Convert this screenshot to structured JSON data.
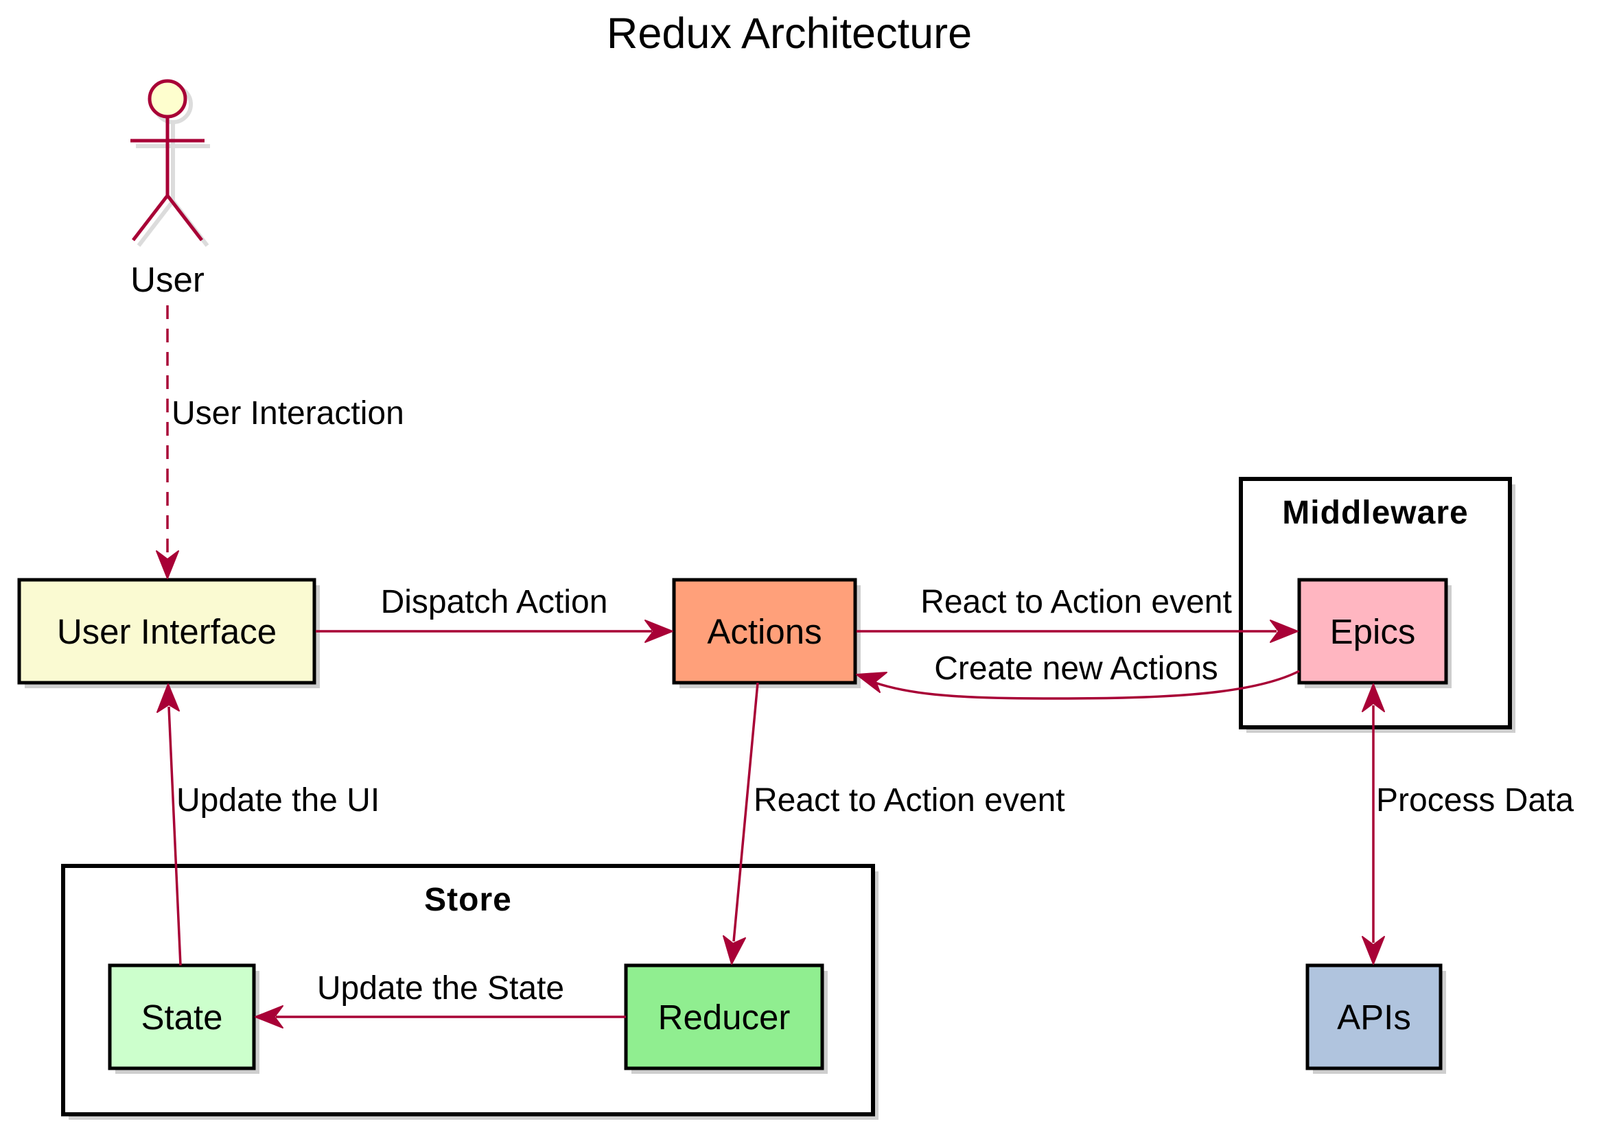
{
  "diagram": {
    "title": "Redux Architecture",
    "actor": {
      "label": "User"
    },
    "packages": {
      "middleware": {
        "label": "Middleware"
      },
      "store": {
        "label": "Store"
      }
    },
    "nodes": {
      "user_interface": {
        "label": "User Interface",
        "color": "#fafad2"
      },
      "actions": {
        "label": "Actions",
        "color": "#ffa07a"
      },
      "epics": {
        "label": "Epics",
        "color": "#ffb6c1"
      },
      "state": {
        "label": "State",
        "color": "#ccffcc"
      },
      "reducer": {
        "label": "Reducer",
        "color": "#90ee90"
      },
      "apis": {
        "label": "APIs",
        "color": "#b0c4de"
      }
    },
    "edges": {
      "user_interaction": {
        "from": "User",
        "to": "User Interface",
        "label": "User Interaction",
        "style": "dashed"
      },
      "dispatch_action": {
        "from": "User Interface",
        "to": "Actions",
        "label": "Dispatch Action"
      },
      "actions_to_epics": {
        "from": "Actions",
        "to": "Epics",
        "label": "React to Action event"
      },
      "epics_to_actions": {
        "from": "Epics",
        "to": "Actions",
        "label": "Create new Actions"
      },
      "actions_to_reducer": {
        "from": "Actions",
        "to": "Reducer",
        "label": "React to Action event"
      },
      "state_to_ui": {
        "from": "State",
        "to": "User Interface",
        "label": "Update the UI"
      },
      "reducer_to_state": {
        "from": "Reducer",
        "to": "State",
        "label": "Update the State"
      },
      "epics_apis": {
        "from": "Epics",
        "to": "APIs",
        "label": "Process Data",
        "style": "bidirectional"
      }
    },
    "colors": {
      "edge": "#a80036",
      "border": "#000000"
    }
  }
}
